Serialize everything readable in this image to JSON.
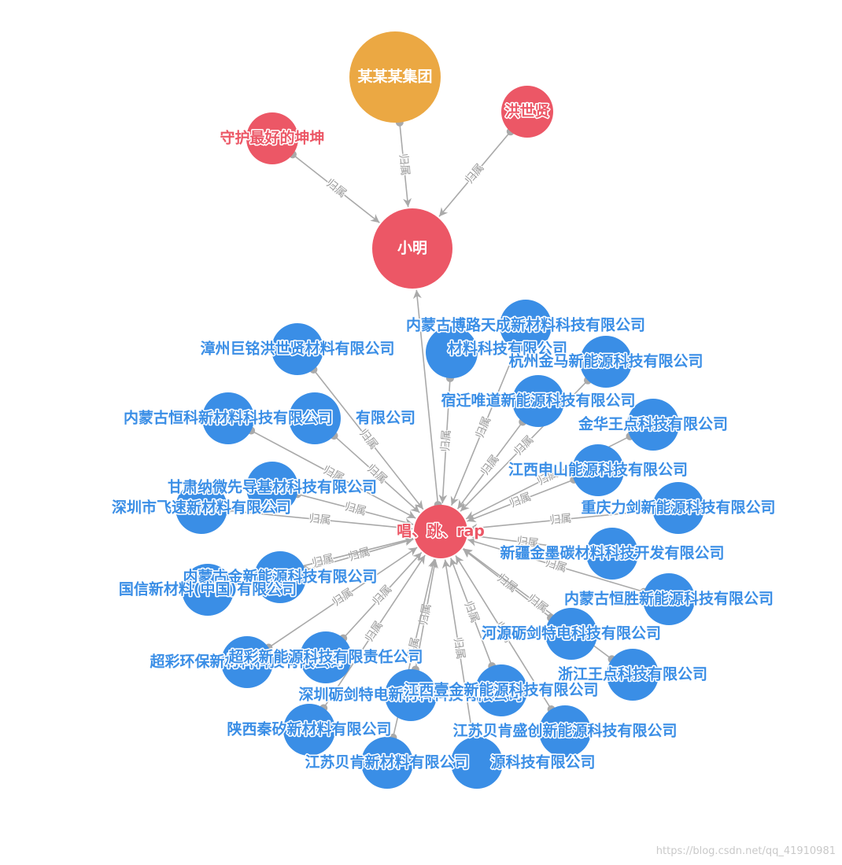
{
  "graph": {
    "colors": {
      "group": "#EBA843",
      "person": "#EC5766",
      "company": "#3A8EE6",
      "edge": "#a9a9a9",
      "edge_label": "#9a9a9a"
    },
    "relation_label": "归属",
    "nodes": [
      {
        "id": "group",
        "label": "某某某集团",
        "type": "group"
      },
      {
        "id": "hong",
        "label": "洪世贤",
        "type": "person"
      },
      {
        "id": "guard",
        "label": "守护最好的坤坤",
        "type": "person"
      },
      {
        "id": "xm",
        "label": "小明",
        "type": "person"
      },
      {
        "id": "hub",
        "label": "唱、跳、rap",
        "type": "person"
      },
      {
        "id": "c1",
        "label": "内蒙古博路天成新材料科技有限公司",
        "type": "company"
      },
      {
        "id": "c2",
        "label": "漳州巨铭洪世贤材料有限公司",
        "type": "company"
      },
      {
        "id": "c3",
        "label": "材料科技有限公司",
        "type": "company"
      },
      {
        "id": "c4",
        "label": "杭州金马新能源科技有限公司",
        "type": "company"
      },
      {
        "id": "c5",
        "label": "宿迁唯道新能源科技有限公司",
        "type": "company"
      },
      {
        "id": "c6",
        "label": "内蒙古恒科新材料科技有限公司",
        "type": "company"
      },
      {
        "id": "c7",
        "label": "有限公司",
        "type": "company"
      },
      {
        "id": "c8",
        "label": "金华王点科技有限公司",
        "type": "company"
      },
      {
        "id": "c9",
        "label": "江西申山能源科技有限公司",
        "type": "company"
      },
      {
        "id": "c10",
        "label": "甘肃纳微先导基材科技有限公司",
        "type": "company"
      },
      {
        "id": "c11",
        "label": "深圳市飞速新材料有限公司",
        "type": "company"
      },
      {
        "id": "c12",
        "label": "重庆力剑新能源科技有限公司",
        "type": "company"
      },
      {
        "id": "c13",
        "label": "新疆金墨碳材料科技开发有限公司",
        "type": "company"
      },
      {
        "id": "c14",
        "label": "内蒙古金新能源科技有限公司",
        "type": "company"
      },
      {
        "id": "c15",
        "label": "国信新材料(中国)有限公司",
        "type": "company"
      },
      {
        "id": "c16",
        "label": "内蒙古恒胜新能源科技有限公司",
        "type": "company"
      },
      {
        "id": "c17",
        "label": "河源砺剑特电科技有限公司",
        "type": "company"
      },
      {
        "id": "c18",
        "label": "超彩环保新材料科技有限公司",
        "type": "company"
      },
      {
        "id": "c19",
        "label": "超彩新能源科技有限责任公司",
        "type": "company"
      },
      {
        "id": "c20",
        "label": "浙江王点科技有限公司",
        "type": "company"
      },
      {
        "id": "c21",
        "label": "深圳砺剑特电新材料科技有限公司",
        "type": "company"
      },
      {
        "id": "c22",
        "label": "江西壹金新能源科技有限公司",
        "type": "company"
      },
      {
        "id": "c23",
        "label": "陕西秦矽新材料有限公司",
        "type": "company"
      },
      {
        "id": "c24",
        "label": "江苏贝肯盛创新能源科技有限公司",
        "type": "company"
      },
      {
        "id": "c25",
        "label": "江苏贝肯新材料有限公司",
        "type": "company"
      },
      {
        "id": "c26",
        "label": "源科技有限公司",
        "type": "company"
      }
    ],
    "edges": [
      {
        "from": "group",
        "to": "xm",
        "label": "归属"
      },
      {
        "from": "hong",
        "to": "xm",
        "label": "归属"
      },
      {
        "from": "guard",
        "to": "xm",
        "label": "归属"
      },
      {
        "from": "hub",
        "to": "xm",
        "label": ""
      },
      {
        "from": "c1",
        "to": "hub",
        "label": "归属"
      },
      {
        "from": "c2",
        "to": "hub",
        "label": "归属"
      },
      {
        "from": "c3",
        "to": "hub",
        "label": "归属"
      },
      {
        "from": "c4",
        "to": "hub",
        "label": "归属"
      },
      {
        "from": "c5",
        "to": "hub",
        "label": "归属"
      },
      {
        "from": "c6",
        "to": "hub",
        "label": "归属"
      },
      {
        "from": "c7",
        "to": "hub",
        "label": "归属"
      },
      {
        "from": "c8",
        "to": "hub",
        "label": "归属"
      },
      {
        "from": "c9",
        "to": "hub",
        "label": "归属"
      },
      {
        "from": "c10",
        "to": "hub",
        "label": "归属"
      },
      {
        "from": "c11",
        "to": "hub",
        "label": "归属"
      },
      {
        "from": "c12",
        "to": "hub",
        "label": "归属"
      },
      {
        "from": "c13",
        "to": "hub",
        "label": "归属"
      },
      {
        "from": "c14",
        "to": "hub",
        "label": "归属"
      },
      {
        "from": "c15",
        "to": "hub",
        "label": "归属"
      },
      {
        "from": "c16",
        "to": "hub",
        "label": "归属"
      },
      {
        "from": "c17",
        "to": "hub",
        "label": "归属"
      },
      {
        "from": "c18",
        "to": "hub",
        "label": "归属"
      },
      {
        "from": "c19",
        "to": "hub",
        "label": "归属"
      },
      {
        "from": "c20",
        "to": "hub",
        "label": "归属"
      },
      {
        "from": "c21",
        "to": "hub",
        "label": "归属"
      },
      {
        "from": "c22",
        "to": "hub",
        "label": "归属"
      },
      {
        "from": "c23",
        "to": "hub",
        "label": "归属"
      },
      {
        "from": "c24",
        "to": "hub",
        "label": "归属"
      },
      {
        "from": "c25",
        "to": "hub",
        "label": "归属"
      },
      {
        "from": "c26",
        "to": "hub",
        "label": "归属"
      }
    ]
  },
  "watermark": "https://blog.csdn.net/qq_41910981"
}
